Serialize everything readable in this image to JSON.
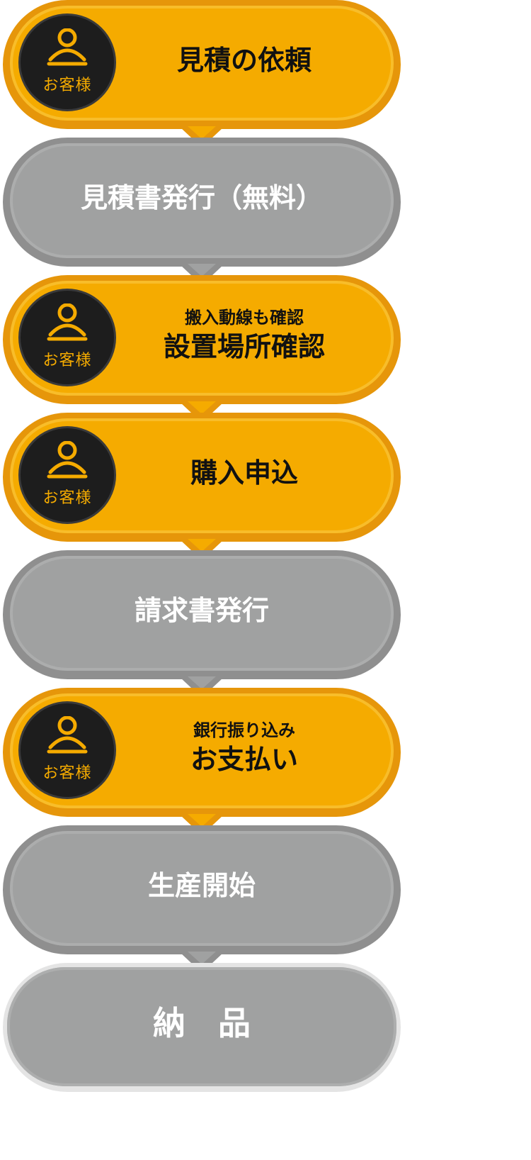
{
  "badge_label": "お客様",
  "colors": {
    "customer_step": "#f5ab00",
    "customer_border": "#e6960a",
    "vendor_step": "#a0a1a1",
    "vendor_border": "#8f8f8f",
    "badge_background": "#1d1d1d"
  },
  "steps": [
    {
      "actor": "customer",
      "sub": "",
      "main": "見積の依頼"
    },
    {
      "actor": "vendor",
      "sub": "",
      "main": "見積書発行（無料）"
    },
    {
      "actor": "customer",
      "sub": "搬入動線も確認",
      "main": "設置場所確認"
    },
    {
      "actor": "customer",
      "sub": "",
      "main": "購入申込"
    },
    {
      "actor": "vendor",
      "sub": "",
      "main": "請求書発行"
    },
    {
      "actor": "customer",
      "sub": "銀行振り込み",
      "main": "お支払い"
    },
    {
      "actor": "vendor",
      "sub": "",
      "main": "生産開始"
    },
    {
      "actor": "vendor",
      "sub": "",
      "main": "納　品"
    }
  ]
}
